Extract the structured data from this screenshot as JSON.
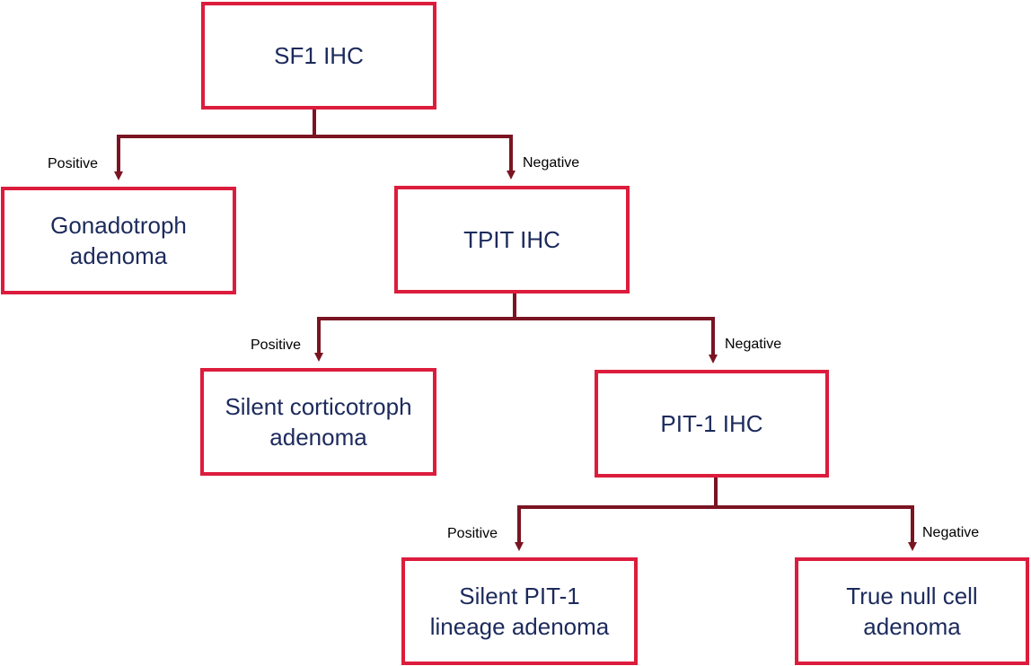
{
  "colors": {
    "box_border": "#dc1c3c",
    "box_text": "#1c2a5c",
    "connector": "#7a1422",
    "edge_label_text": "#000000",
    "background": "#ffffff"
  },
  "nodes": {
    "sf1_ihc": {
      "line1": "SF1 IHC",
      "line2": ""
    },
    "gonadotroph": {
      "line1": "Gonadotroph",
      "line2": "adenoma"
    },
    "tpit_ihc": {
      "line1": "TPIT IHC",
      "line2": ""
    },
    "silent_corticotroph": {
      "line1": "Silent corticotroph",
      "line2": "adenoma"
    },
    "pit1_ihc": {
      "line1": "PIT-1 IHC",
      "line2": ""
    },
    "silent_pit1": {
      "line1": "Silent PIT-1",
      "line2": "lineage adenoma"
    },
    "true_null_cell": {
      "line1": "True null cell",
      "line2": "adenoma"
    }
  },
  "edges": {
    "sf1_positive": "Positive",
    "sf1_negative": "Negative",
    "tpit_positive": "Positive",
    "tpit_negative": "Negative",
    "pit1_positive": "Positive",
    "pit1_negative": "Negative"
  }
}
